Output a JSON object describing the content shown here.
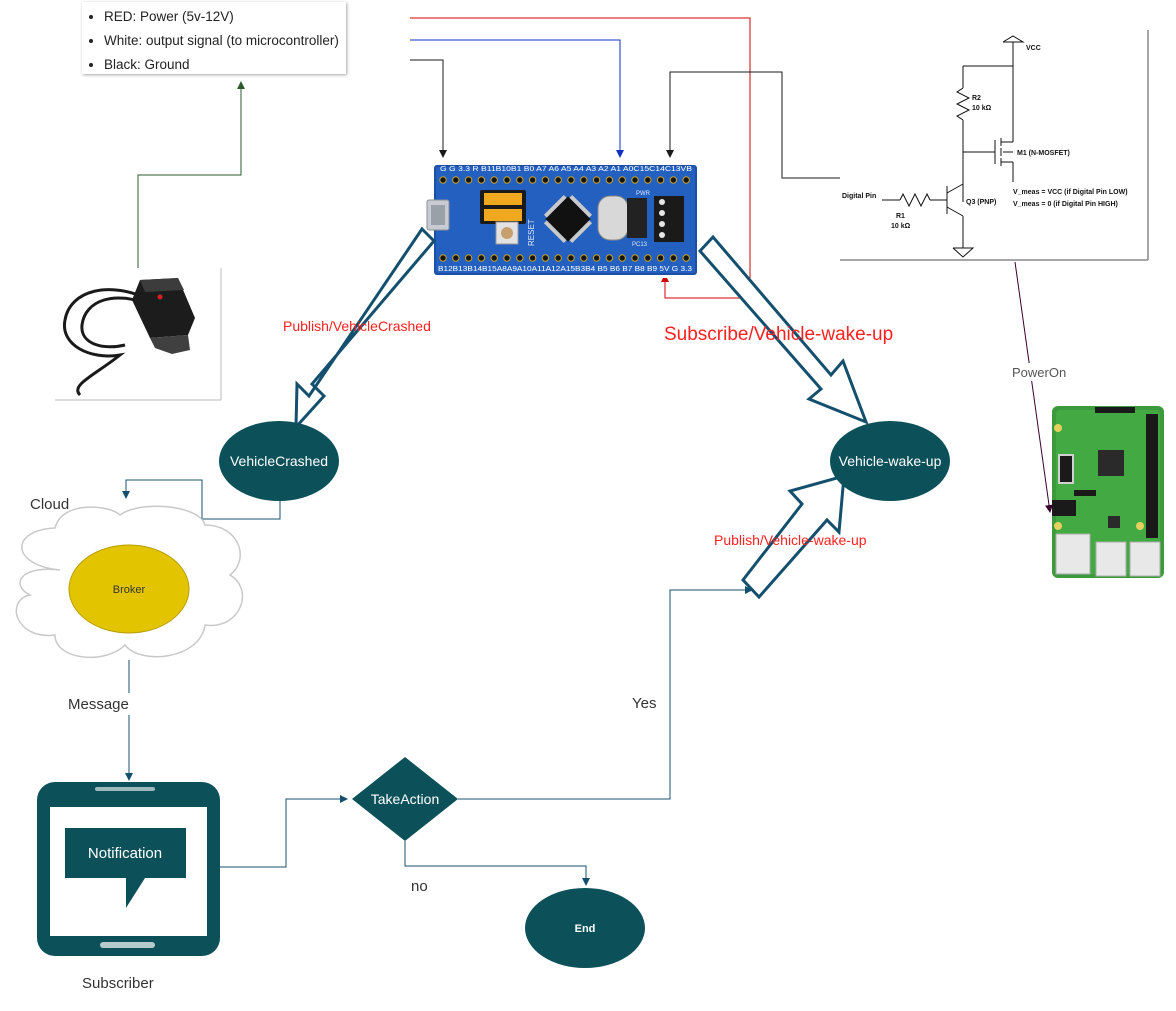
{
  "wire_legend": [
    "RED:  Power (5v-12V)",
    "White: output signal (to microcontroller)",
    "Black:  Ground"
  ],
  "mcu": {
    "top_pins": "G  G 3.3 R  B11B10B1  B0 A7 A6 A5 A4 A3 A2  A1 A0C15C14C13VB",
    "bottom_pins": "B12B13B14B15A8A9A10A11A12A15B3B4 B5 B6 B7 B8 B9 5V  G  3.3",
    "reset_label": "RESET",
    "pwr_label": "PWR",
    "pc_label": "PC13"
  },
  "labels": {
    "publish_crashed": "Publish/VehicleCrashed",
    "subscribe_wake": "Subscribe/Vehicle-wake-up",
    "publish_wake": "Publish/Vehicle-wake-up",
    "power_on": "PowerOn",
    "cloud": "Cloud",
    "message": "Message",
    "subscriber": "Subscriber",
    "yes": "Yes",
    "no": "no"
  },
  "nodes": {
    "vehicle_crashed": "VehicleCrashed",
    "vehicle_wake_up": "Vehicle-wake-up",
    "broker": "Broker",
    "notification": "Notification",
    "take_action": "TakeAction",
    "end": "End"
  },
  "circuit": {
    "vcc": "VCC",
    "r2": "R2",
    "r2_value": "10 kΩ",
    "m1": "M1 (N-MOSFET)",
    "digital_pin": "Digital Pin",
    "q3": "Q3 (PNP)",
    "r1": "R1",
    "r1_value": "10 kΩ",
    "vmeas_low": "V_meas = VCC (if Digital Pin LOW)",
    "vmeas_high": "V_meas = 0 (if Digital Pin HIGH)"
  },
  "colors": {
    "node_fill": "#0c5159",
    "broker_fill": "#e3c400",
    "label_red": "#ff2020",
    "wire_red": "#d00000",
    "wire_blue": "#1030c0",
    "connector": "#14506e"
  }
}
